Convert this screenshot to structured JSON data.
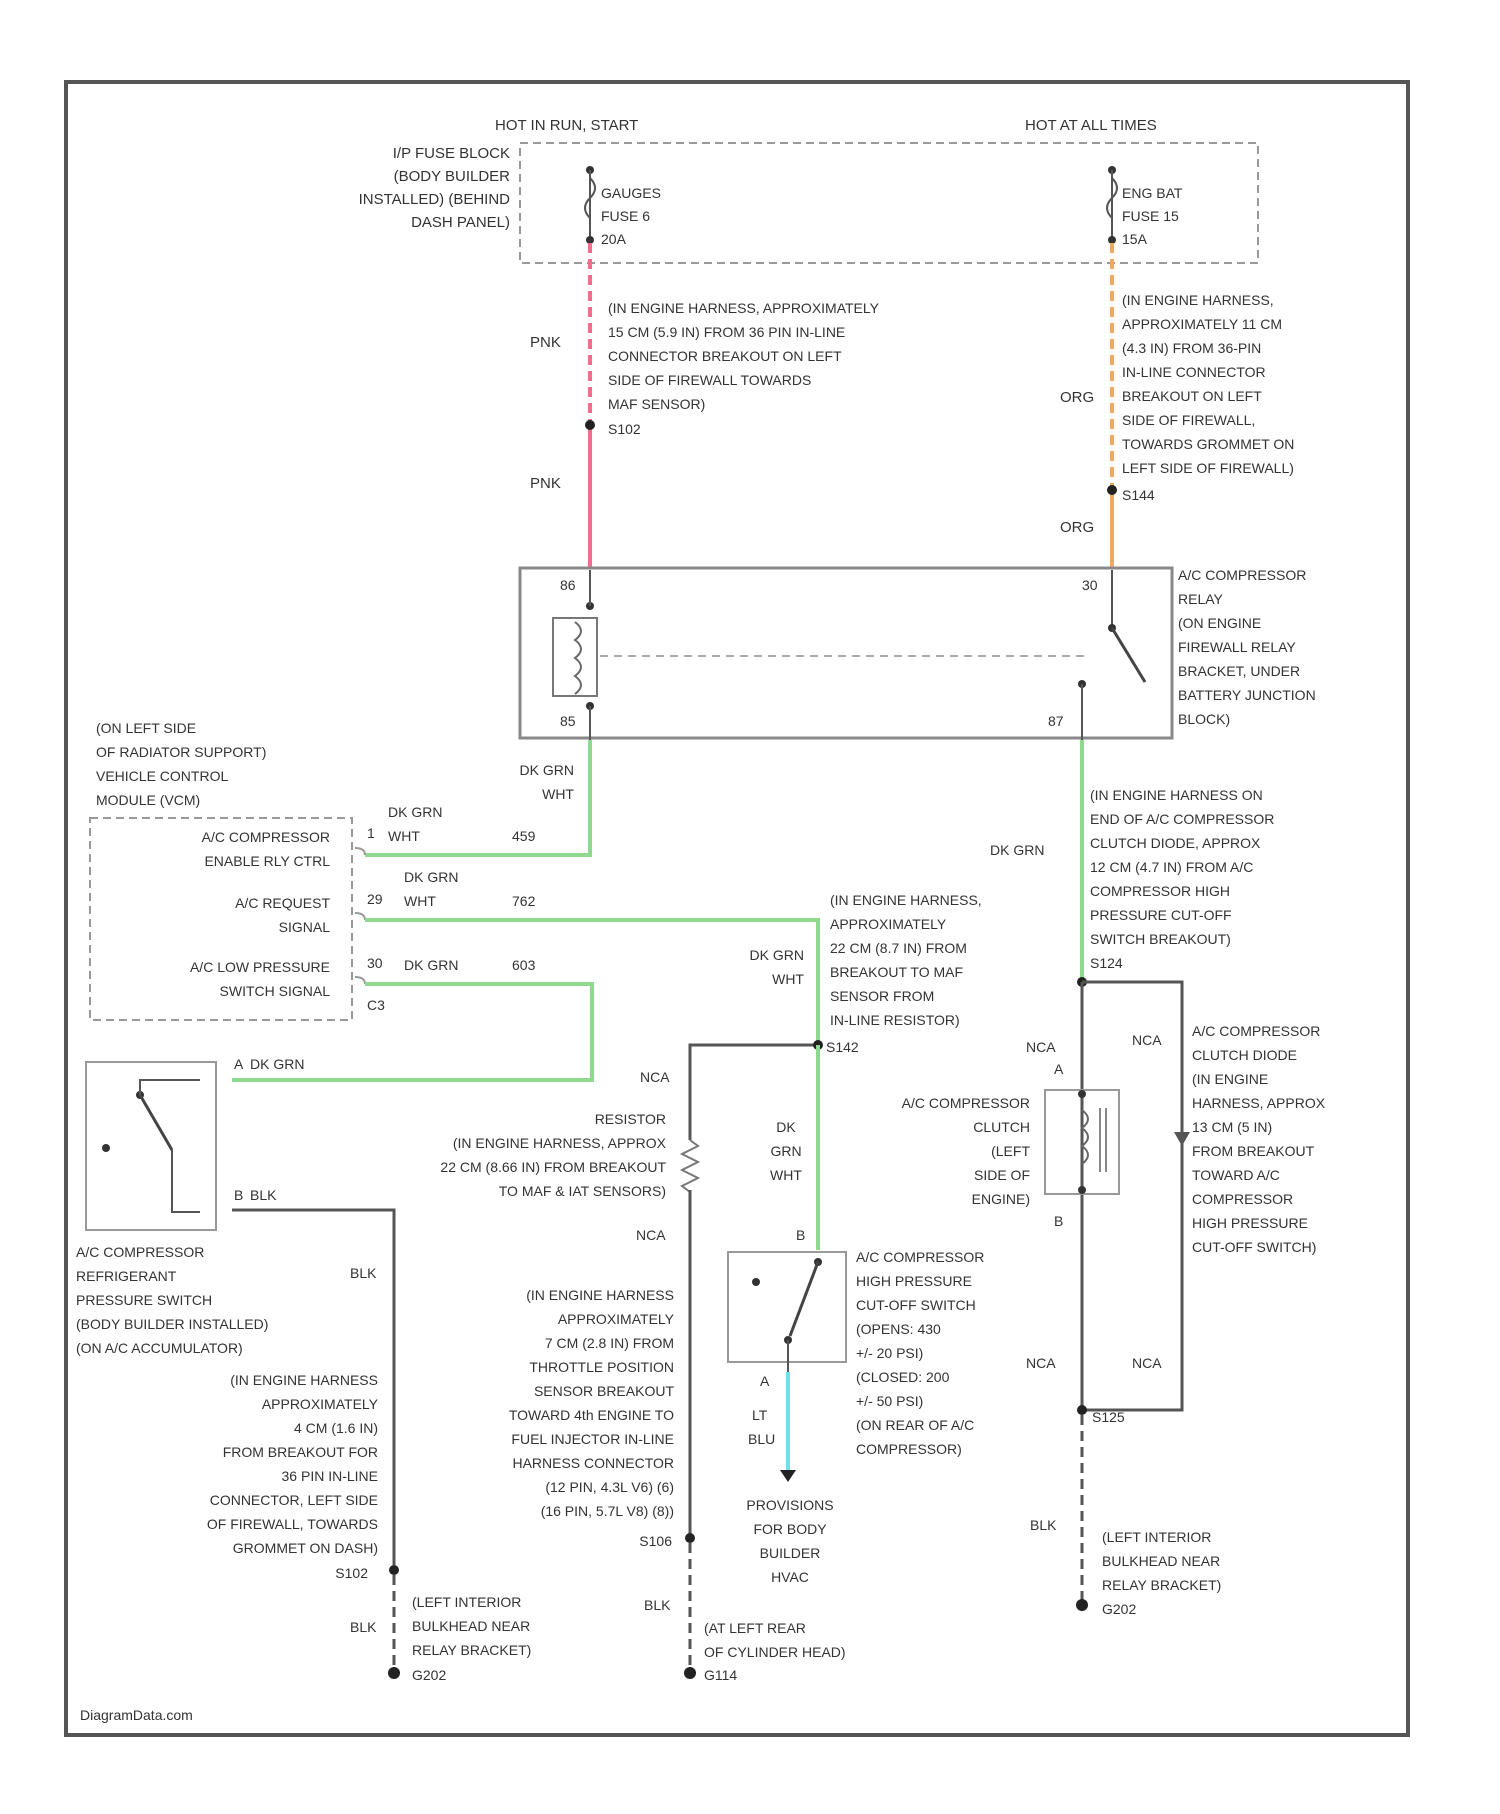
{
  "header": {
    "hot_run_start": "HOT IN RUN, START",
    "hot_all_times": "HOT AT ALL TIMES"
  },
  "fuse_block": {
    "label": [
      "I/P FUSE BLOCK",
      "(BODY BUILDER",
      "INSTALLED) (BEHIND",
      "DASH PANEL)"
    ],
    "fuse1": [
      "GAUGES",
      "FUSE 6",
      "20A"
    ],
    "fuse2": [
      "ENG BAT",
      "FUSE 15",
      "15A"
    ]
  },
  "wires": {
    "pnk_upper": "PNK",
    "pnk_lower": "PNK",
    "pnk_note": [
      "(IN ENGINE HARNESS, APPROXIMATELY",
      "15 CM (5.9 IN) FROM 36 PIN IN-LINE",
      "CONNECTOR BREAKOUT ON LEFT",
      "SIDE OF FIREWALL TOWARDS",
      "MAF SENSOR)"
    ],
    "splice_s102": "S102",
    "org_upper": "ORG",
    "org_lower": "ORG",
    "org_note": [
      "(IN ENGINE HARNESS,",
      "APPROXIMATELY 11 CM",
      "(4.3 IN) FROM 36-PIN",
      "IN-LINE CONNECTOR",
      "BREAKOUT ON LEFT",
      "SIDE OF FIREWALL,",
      "TOWARDS GROMMET ON",
      "LEFT SIDE OF FIREWALL)"
    ],
    "splice_s144": "S144"
  },
  "relay": {
    "pin_86": "86",
    "pin_85": "85",
    "pin_30": "30",
    "pin_87": "87",
    "label": [
      "A/C COMPRESSOR",
      "RELAY",
      "(ON ENGINE",
      "FIREWALL RELAY",
      "BRACKET, UNDER",
      "BATTERY JUNCTION",
      "BLOCK)"
    ]
  },
  "vcm": {
    "location": [
      "(ON LEFT SIDE",
      "OF RADIATOR SUPPORT)",
      "VEHICLE CONTROL",
      "MODULE (VCM)"
    ],
    "pin1_label": [
      "A/C COMPRESSOR",
      "ENABLE RLY CTRL"
    ],
    "pin1": "1",
    "pin2_label": [
      "A/C REQUEST",
      "SIGNAL"
    ],
    "pin2": "29",
    "pin3_label": [
      "A/C LOW PRESSURE",
      "SWITCH SIGNAL"
    ],
    "pin3": "30",
    "connector": "C3",
    "w1_color": [
      "DK GRN",
      "WHT"
    ],
    "w1_circuit": "459",
    "w2_color": [
      "DK GRN",
      "WHT"
    ],
    "w2_circuit": "762",
    "w3_color": "DK GRN",
    "w3_circuit": "603"
  },
  "relay_out_wire": [
    "DK GRN",
    "WHT"
  ],
  "dk_grn_right": "DK GRN",
  "diode_note": [
    "(IN ENGINE HARNESS ON",
    "END OF A/C COMPRESSOR",
    "CLUTCH DIODE, APPROX",
    "12 CM (4.7 IN) FROM A/C",
    "COMPRESSOR HIGH",
    "PRESSURE CUT-OFF",
    "SWITCH BREAKOUT)"
  ],
  "splice_s124": "S124",
  "middle": {
    "note": [
      "(IN ENGINE HARNESS,",
      "APPROXIMATELY",
      "22 CM (8.7 IN) FROM",
      "BREAKOUT TO MAF",
      "SENSOR FROM",
      "IN-LINE RESISTOR)"
    ],
    "wire_color": [
      "DK GRN",
      "WHT"
    ],
    "splice_s142": "S142",
    "nca_1": "NCA",
    "nca_2": "NCA",
    "resistor_label": [
      "RESISTOR",
      "(IN ENGINE HARNESS, APPROX",
      "22 CM (8.66 IN) FROM BREAKOUT",
      "TO MAF & IAT SENSORS)"
    ],
    "wire_color_2": [
      "DK",
      "GRN",
      "WHT"
    ]
  },
  "low_switch": {
    "pin_a": "A",
    "wire_a": "DK GRN",
    "pin_b": "B",
    "wire_b": "BLK",
    "label": [
      "A/C COMPRESSOR",
      "REFRIGERANT",
      "PRESSURE SWITCH",
      "(BODY BUILDER INSTALLED)",
      "(ON A/C ACCUMULATOR)"
    ],
    "blk": "BLK",
    "ground_note": [
      "(IN ENGINE HARNESS",
      "APPROXIMATELY",
      "4 CM (1.6 IN)",
      "FROM BREAKOUT FOR",
      "36 PIN IN-LINE",
      "CONNECTOR, LEFT SIDE",
      "OF FIREWALL, TOWARDS",
      "GROMMET ON DASH)"
    ],
    "splice": "S102",
    "blk_2": "BLK",
    "ground_label": [
      "(LEFT INTERIOR",
      "BULKHEAD NEAR",
      "RELAY BRACKET)"
    ],
    "ground_id": "G202"
  },
  "center_ground": {
    "note": [
      "(IN ENGINE HARNESS",
      "APPROXIMATELY",
      "7 CM (2.8 IN) FROM",
      "THROTTLE POSITION",
      "SENSOR BREAKOUT",
      "TOWARD 4th ENGINE TO",
      "FUEL INJECTOR IN-LINE",
      "HARNESS CONNECTOR",
      "(12 PIN, 4.3L V6) (6)",
      "(16 PIN, 5.7L V8) (8))"
    ],
    "splice": "S106",
    "blk": "BLK",
    "ground_label": [
      "(AT LEFT REAR",
      "OF CYLINDER HEAD)"
    ],
    "ground_id": "G114"
  },
  "high_switch": {
    "pin_b": "B",
    "pin_a": "A",
    "wire_a": [
      "LT",
      "BLU"
    ],
    "label": [
      "A/C COMPRESSOR",
      "HIGH PRESSURE",
      "CUT-OFF SWITCH",
      "(OPENS: 430",
      "+/- 20 PSI)",
      "(CLOSED: 200",
      "+/- 50 PSI)",
      "(ON REAR OF A/C",
      "COMPRESSOR)"
    ],
    "provisions": [
      "PROVISIONS",
      "FOR BODY",
      "BUILDER",
      "HVAC"
    ]
  },
  "clutch": {
    "nca_top": "NCA",
    "nca_top_right": "NCA",
    "pin_a": "A",
    "pin_b": "B",
    "label": [
      "A/C COMPRESSOR",
      "CLUTCH",
      "(LEFT",
      "SIDE OF",
      "ENGINE)"
    ],
    "diode_label": [
      "A/C COMPRESSOR",
      "CLUTCH DIODE",
      "(IN ENGINE",
      "HARNESS, APPROX",
      "13 CM (5 IN)",
      "FROM BREAKOUT",
      "TOWARD A/C",
      "COMPRESSOR",
      "HIGH PRESSURE",
      "CUT-OFF SWITCH)"
    ],
    "nca_bottom": "NCA",
    "nca_bottom_right": "NCA",
    "splice": "S125",
    "blk": "BLK",
    "ground_label": [
      "(LEFT INTERIOR",
      "BULKHEAD NEAR",
      "RELAY BRACKET)"
    ],
    "ground_id": "G202"
  },
  "watermark": "DiagramData.com",
  "colors": {
    "pnk": "#f06f8e",
    "org": "#f0a860",
    "dk_grn": "#8ed98e",
    "lt_blu": "#6fe0e8",
    "blk": "#555555",
    "frame": "#555555"
  }
}
